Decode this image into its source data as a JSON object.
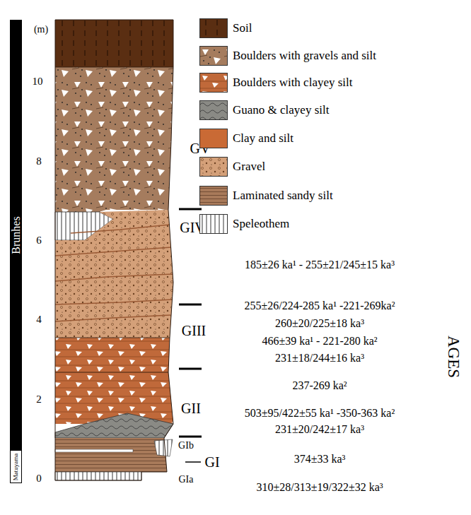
{
  "diagram": {
    "nodes": [
      {
        "text": [
          "Brunhes"
        ]
      },
      {
        "text": [
          "Matuyama"
        ]
      }
    ],
    "labels": [
      "(m)",
      "0",
      "2",
      "4",
      "6",
      "8",
      "10",
      "GV",
      "GIV",
      "GIII",
      "GII",
      "GIb",
      "GI",
      "GIa",
      "185±26 ka¹ - 255±21/245±15 ka³",
      "255±26/224-285 ka¹ -221-269ka²",
      "260±20/225±18 ka³",
      "466±39 ka¹ - 221-280 ka²",
      "231±18/244±16 ka³",
      "237-269 ka²",
      "503±95/422±55 ka¹ -350-363 ka²",
      "231±20/242±17 ka³",
      "374±33 ka³",
      "310±28/313±19/322±32 ka³",
      "AGES"
    ],
    "legend": [
      {
        "text": "Soil",
        "color": "#5a2e12"
      },
      {
        "text": "Boulders with gravels and silt",
        "color": "#a57c5e"
      },
      {
        "text": "Boulders with clayey silt",
        "color": "#c0693a"
      },
      {
        "text": "Guano & clayey silt",
        "color": "#8a8a85"
      },
      {
        "text": "Clay and silt",
        "color": "#c96a35"
      },
      {
        "text": "Gravel",
        "color": "#d4a079"
      },
      {
        "text": "Laminated sandy silt",
        "color": "#a87a5a"
      },
      {
        "text": "Speleothem",
        "color": "#ffffff"
      }
    ]
  }
}
